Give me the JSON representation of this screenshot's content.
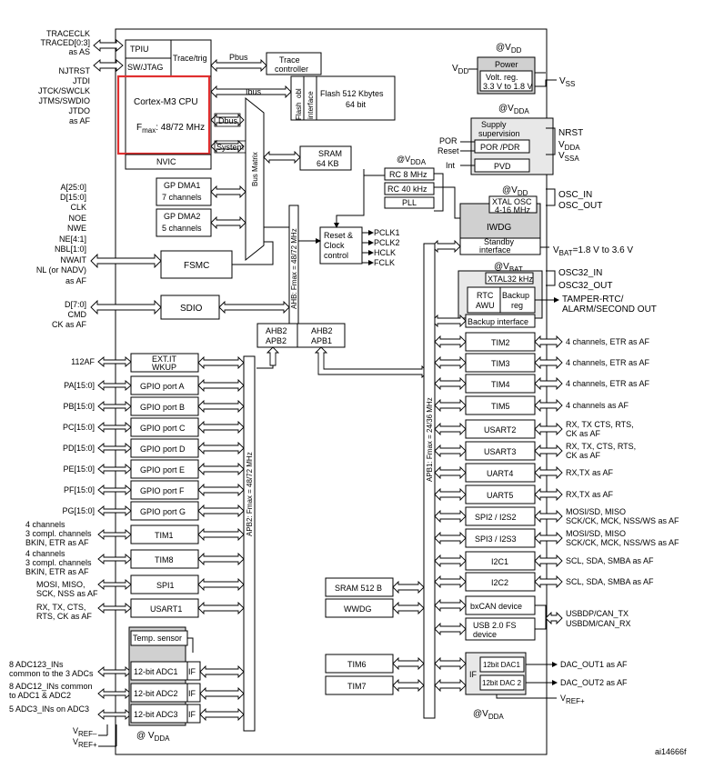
{
  "left_signals": {
    "traceclk": "TRACECLK",
    "traced": "TRACED[0:3]",
    "as_as": "as AS",
    "njtrst": "NJTRST",
    "jtdi": "JTDI",
    "jtck": "JTCK/SWCLK",
    "jtms": "JTMS/SWDIO",
    "jtdo": "JTDO",
    "as_af": "as AF",
    "addr": "A[25:0]",
    "data": "D[15:0]",
    "clk": "CLK",
    "noe": "NOE",
    "nwe": "NWE",
    "ne": "NE[4:1]",
    "nbl": "NBL[1:0]",
    "nwait": "NWAIT",
    "nl": "NL (or NADV)",
    "fsmc_as_af": "as AF",
    "sd_d": "D[7:0]",
    "sd_cmd": "CMD",
    "sd_ck": "CK as AF",
    "af112": "112AF",
    "pa": "PA[15:0]",
    "pb": "PB[15:0]",
    "pc": "PC[15:0]",
    "pd": "PD[15:0]",
    "pe": "PE[15:0]",
    "pf": "PF[15:0]",
    "pg": "PG[15:0]",
    "tim1_1": "4 channels",
    "tim1_2": "3 compl. channels",
    "tim1_3": "BKIN, ETR as AF",
    "tim8_1": "4 channels",
    "tim8_2": "3 compl. channels",
    "tim8_3": "BKIN, ETR as AF",
    "spi1_1": "MOSI, MISO,",
    "spi1_2": "SCK, NSS as AF",
    "usart1_1": "RX, TX, CTS,",
    "usart1_2": "RTS, CK as AF",
    "adc123_1": "8 ADC123_INs",
    "adc123_2": "common to the 3 ADCs",
    "adc12_1": "8 ADC12_INs common",
    "adc12_2": "to ADC1 & ADC2",
    "adc3": "5 ADC3_INs on ADC3",
    "vref_m": "V",
    "vref_m_sub": "REF–",
    "vref_p": "V",
    "vref_p_sub": "REF+"
  },
  "blocks": {
    "tpiu": "TPIU",
    "swjtag": "SW/JTAG",
    "trace_trig": "Trace/trig",
    "pbus": "Pbus",
    "trace_ctrl_1": "Trace",
    "trace_ctrl_2": "controller",
    "cpu": "Cortex-M3 CPU",
    "fmax_pre": "F",
    "fmax_sub": "max",
    "fmax_post": ": 48/72 MHz",
    "ibus": "Ibus",
    "dbus": "Dbus",
    "system": "System",
    "nvic": "NVIC",
    "obl": "obl",
    "flash_if_1": "Flash",
    "flash_if_2": "interface",
    "flash_1": "Flash 512 Kbytes",
    "flash_2": "64 bit",
    "bus_matrix": "Bus Matrix",
    "sram64_1": "SRAM",
    "sram64_2": "64 KB",
    "gpdma1_1": "GP DMA1",
    "gpdma1_2": "7 channels",
    "gpdma2_1": "GP DMA2",
    "gpdma2_2": "5 channels",
    "fsmc": "FSMC",
    "sdio": "SDIO",
    "ahb_label": "AHB: Fmax = 48/72 MHz",
    "rcc_1": "Reset &",
    "rcc_2": "Clock",
    "rcc_3": "control",
    "pclk1": "PCLK1",
    "pclk2": "PCLK2",
    "hclk": "HCLK",
    "fclk": "FCLK",
    "rc8": "RC 8 MHz",
    "rc40": "RC 40 kHz",
    "pll": "PLL",
    "vdd_top_pre": "@V",
    "vdd_top_sub": "DD",
    "vdd_rc_pre": "@V",
    "vdd_rc_sub": "DDA",
    "vdd_power_pre": "V",
    "vdd_power_sub": "DD",
    "power": "Power",
    "volt_reg_1": "Volt. reg.",
    "volt_reg_2": "3.3 V to 1.8 V",
    "vss_pre": "V",
    "vss_sub": "SS",
    "vdda_sup_pre": "@V",
    "vdda_sup_sub": "DDA",
    "supply_1": "Supply",
    "supply_2": "supervision",
    "por_pdr": "POR /PDR",
    "pvd": "PVD",
    "por": "POR",
    "reset": "Reset",
    "int": "Int",
    "nrst": "NRST",
    "vdda_pin_pre": "V",
    "vdda_pin_sub": "DDA",
    "vssa_pin_pre": "V",
    "vssa_pin_sub": "SSA",
    "vdd_xtal_pre": "@V",
    "vdd_xtal_sub": "DD",
    "xtal_osc_1": "XTAL OSC",
    "xtal_osc_2": "4-16 MHz",
    "osc_in": "OSC_IN",
    "osc_out": "OSC_OUT",
    "iwdg": "IWDG",
    "standby_1": "Standby",
    "standby_2": "interface",
    "vbat_range_pre": "V",
    "vbat_range_sub": "BAT",
    "vbat_range_post": "=1.8 V to 3.6 V",
    "vbat_pre": "@V",
    "vbat_sub": "BAT",
    "xtal32": "XTAL32 kHz",
    "osc32_in": "OSC32_IN",
    "osc32_out": "OSC32_OUT",
    "rtc_1": "RTC",
    "rtc_2": "AWU",
    "backup_1": "Backup",
    "backup_2": "reg",
    "tamper_1": "TAMPER-RTC/",
    "tamper_2": "ALARM/SECOND OUT",
    "backup_if": "Backup interface",
    "ahb2apb2_1": "AHB2",
    "ahb2apb2_2": "APB2",
    "ahb2apb1_1": "AHB2",
    "ahb2apb1_2": "APB1",
    "apb2_label": "APB2: Fmax = 48/72 MHz",
    "apb1_label": "APB1: Fmax = 24/36 MHz",
    "extit_1": "EXT.IT",
    "extit_2": "WKUP",
    "gpioa": "GPIO port A",
    "gpiob": "GPIO port B",
    "gpioc": "GPIO port C",
    "gpiod": "GPIO port D",
    "gpioe": "GPIO port E",
    "gpiof": "GPIO port F",
    "gpiog": "GPIO port G",
    "tim1": "TIM1",
    "tim8": "TIM8",
    "spi1": "SPI1",
    "usart1": "USART1",
    "temp_sensor": "Temp. sensor",
    "adc1": "12-bit ADC1",
    "adc2": "12-bit ADC2",
    "adc3": "12-bit ADC3",
    "if": "IF",
    "vdda_bottom_pre": "@ V",
    "vdda_bottom_sub": "DDA",
    "sram512": "SRAM 512 B",
    "wwdg": "WWDG",
    "tim6": "TIM6",
    "tim7": "TIM7",
    "tim2": "TIM2",
    "tim3": "TIM3",
    "tim4": "TIM4",
    "tim5": "TIM5",
    "usart2": "USART2",
    "usart3": "USART3",
    "uart4": "UART4",
    "uart5": "UART5",
    "spi2": "SPI2 / I2S2",
    "spi3": "SPI3 / I2S3",
    "i2c1": "I2C1",
    "i2c2": "I2C2",
    "bxcan": "bxCAN device",
    "usb_1": "USB 2.0 FS",
    "usb_2": "device",
    "dac1": "12bit DAC1",
    "dac2": "12bit DAC 2",
    "dac_if": "IF",
    "vdda_dac_pre": "@V",
    "vdda_dac_sub": "DDA",
    "doc_id": "ai14666f"
  },
  "right_signals": {
    "tim2": "4 channels, ETR as AF",
    "tim3": "4 channels, ETR as AF",
    "tim4": "4 channels, ETR as AF",
    "tim5": "4 channels as AF",
    "usart2_1": "RX, TX CTS, RTS,",
    "usart2_2": "CK as AF",
    "usart3_1": "RX, TX, CTS, RTS,",
    "usart3_2": "CK as AF",
    "uart4": "RX,TX as AF",
    "uart5": "RX,TX as AF",
    "spi2_1": "MOSI/SD, MISO",
    "spi2_2": "SCK/CK, MCK, NSS/WS as AF",
    "spi3_1": "MOSI/SD, MISO",
    "spi3_2": "SCK/CK, MCK, NSS/WS as AF",
    "i2c1": "SCL, SDA, SMBA as AF",
    "i2c2": "SCL, SDA, SMBA as AF",
    "usb_dp": "USBDP/CAN_TX",
    "usb_dm": "USBDM/CAN_RX",
    "dac1": "DAC_OUT1 as AF",
    "dac2": "DAC_OUT2 as AF",
    "vref_pre": "V",
    "vref_sub": "REF+"
  },
  "highlight_color": "#e03030"
}
